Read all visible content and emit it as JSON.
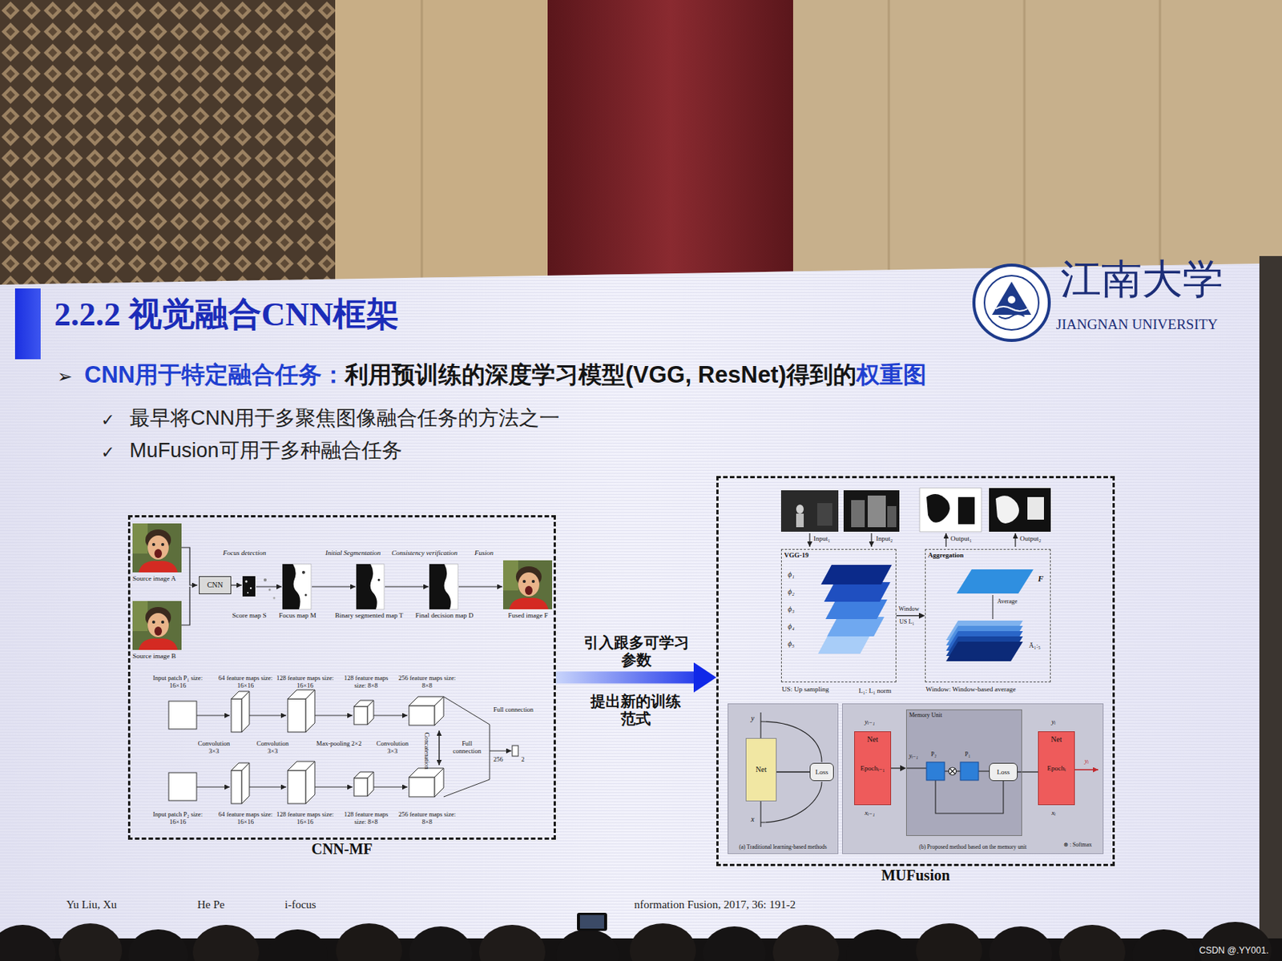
{
  "diagram": {
    "title": "2.2.2 视觉融合CNN框架",
    "nodes": [
      {
        "text": [
          "CNN-MF"
        ]
      },
      {
        "text": [
          "CNN"
        ],
        "in": 0
      },
      {
        "text": [
          "MUFusion"
        ]
      },
      {
        "text": [
          "VGG-19",
          "US: Up sampling"
        ],
        "in": 2
      },
      {
        "text": [
          "Aggregation",
          "Window: Window-based average"
        ],
        "in": 2
      },
      {
        "text": [
          "(a) Traditional learning-based methods"
        ],
        "in": 2
      },
      {
        "text": [
          "Net"
        ],
        "in": 5
      },
      {
        "text": [
          "Loss"
        ],
        "in": 5
      },
      {
        "text": [
          "(b) Proposed method based on the memory unit"
        ],
        "in": 2
      },
      {
        "text": [
          "Net",
          "Epochᵢ₋₁"
        ],
        "in": 8
      },
      {
        "text": [
          "Memory Unit"
        ],
        "in": 8
      },
      {
        "text": [
          "Loss"
        ],
        "in": 10
      },
      {
        "text": [
          "Net",
          "Epochᵢ"
        ],
        "in": 8
      }
    ],
    "edges": [
      {
        "from": 0,
        "to": 2,
        "arrow": "to",
        "label": "引入跟多可学习参数"
      },
      {
        "from": 3,
        "to": 4,
        "arrow": "to"
      },
      {
        "from": 6,
        "to": 7,
        "arrow": "none"
      },
      {
        "from": 9,
        "to": 10,
        "arrow": "to"
      },
      {
        "from": 12,
        "to": 11,
        "arrow": "none"
      }
    ],
    "labels": [
      "江南大学",
      "JIANGNAN UNIVERSITY",
      "➢",
      "CNN用于特定融合任务：",
      "利用预训练的深度学习模型(VGG, ResNet)得到的",
      "权重图",
      "✓",
      "最早将CNN用于多聚焦图像融合任务的方法之一",
      "✓",
      "MuFusion可用于多种融合任务",
      "Focus detection",
      "Initial Segmentation",
      "Consistency verification",
      "Fusion",
      "Source image A",
      "Source image B",
      "Score map S",
      "Focus map M",
      "Binary segmented map T",
      "Final decision map D",
      "Fused image F",
      "Input patch P₁ size: 16×16",
      "64 feature maps size: 16×16",
      "128 feature maps size: 16×16",
      "128 feature maps size: 8×8",
      "256 feature maps size: 8×8",
      "Convolution 3×3",
      "Convolution 3×3",
      "Max-pooling 2×2",
      "Convolution 3×3",
      "Full connection",
      "Concatenation",
      "Full connection",
      "256",
      "2",
      "Input patch P₂ size: 16×16",
      "64 feature maps size: 16×16",
      "128 feature maps size: 16×16",
      "128 feature maps size: 8×8",
      "256 feature maps size: 8×8",
      "提出新的训练范式",
      "Input₁",
      "Input₂",
      "Output₁",
      "Output₂",
      "ϕ₁",
      "ϕ₂",
      "ϕ₃",
      "ϕ₄",
      "ϕ₅",
      "Window",
      "US L₁",
      "F",
      "Average",
      "Ā₁:₅",
      "L₁: L₁ norm",
      "y",
      "x",
      "yᵢ₋₁",
      "xᵢ₋₁",
      "P₂",
      "P₁",
      "yᵢ₋₁",
      "yᵢ",
      "xᵢ",
      "yᵢ",
      "⊗ : Softmax",
      "Yu Liu, Xu",
      "He Pe",
      "i-focus",
      "nformation Fusion, 2017, 36: 191-2",
      "CSDN @.YY001."
    ]
  }
}
